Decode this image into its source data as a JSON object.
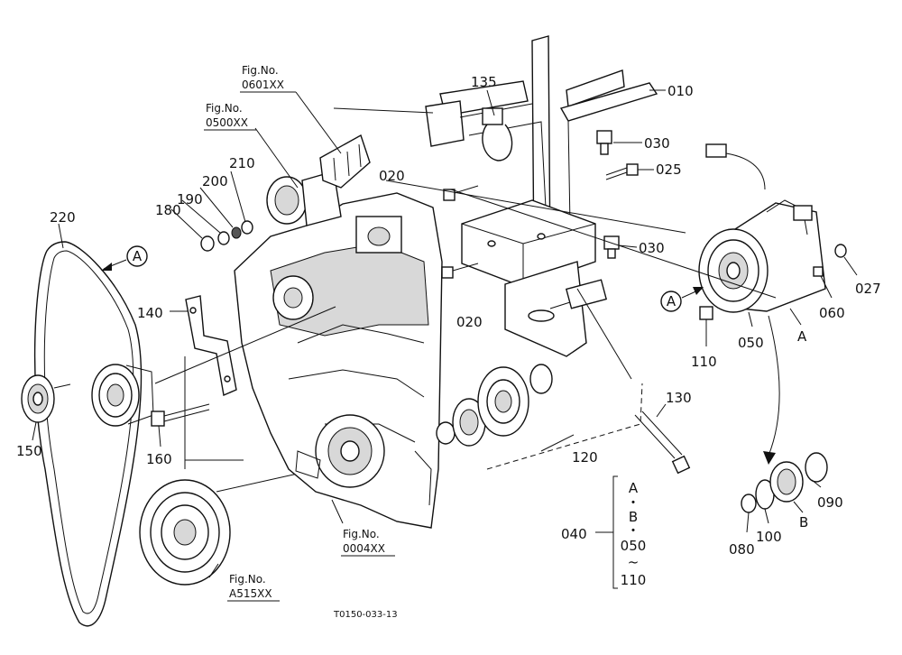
{
  "labels": {
    "p010": "010",
    "p020a": "020",
    "p020b": "020",
    "p025": "025",
    "p027": "027",
    "p030a": "030",
    "p030b": "030",
    "p040": "040",
    "p050": "050",
    "p060": "060",
    "p080": "080",
    "p090": "090",
    "p100": "100",
    "p110": "110",
    "p120": "120",
    "p130": "130",
    "p135": "135",
    "p140": "140",
    "p150": "150",
    "p160": "160",
    "p180": "180",
    "p190": "190",
    "p200": "200",
    "p210": "210",
    "p220": "220",
    "marker_a": "A",
    "marker_b": "B"
  },
  "fig_refs": {
    "fig_label": "Fig.No.",
    "r0601": "0601XX",
    "r0500": "0500XX",
    "r0004": "0004XX",
    "rA515": "A515XX"
  },
  "group_040": {
    "a": "A",
    "dot1": "・",
    "b": "B",
    "dot2": "・",
    "start": "050",
    "tilde": "~",
    "end": "110"
  },
  "doc_number": "T0150-033-13"
}
